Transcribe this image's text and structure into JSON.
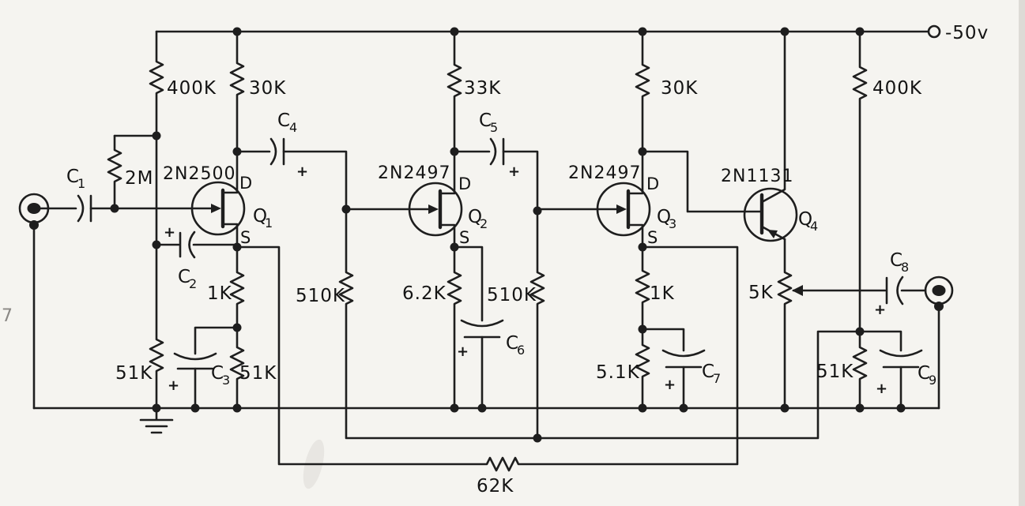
{
  "schematic": {
    "supply_label": "-50v",
    "page_artifact": "7"
  },
  "transistors": {
    "q1": {
      "part": "2N2500",
      "ref": "Q",
      "refsub": "1",
      "drain": "D",
      "source": "S"
    },
    "q2": {
      "part": "2N2497",
      "ref": "Q",
      "refsub": "2",
      "drain": "D",
      "source": "S"
    },
    "q3": {
      "part": "2N2497",
      "ref": "Q",
      "refsub": "3",
      "drain": "D",
      "source": "S"
    },
    "q4": {
      "part": "2N1131",
      "ref": "Q",
      "refsub": "4"
    }
  },
  "resistors": {
    "r400k_left": "400K",
    "r30k_1": "30K",
    "r2m": "2M",
    "r33k": "33K",
    "r30k_2": "30K",
    "r400k_right": "400K",
    "r51k_left": "51K",
    "r1k_1": "1K",
    "r51k_mid": "51K",
    "r510k_1": "510K",
    "r6_2k": "6.2K",
    "r510k_2": "510K",
    "r1k_2": "1K",
    "r5_1k": "5.1K",
    "r5k": "5K",
    "r51k_right": "51K",
    "r62k": "62K"
  },
  "capacitors": {
    "c1": {
      "ref": "C",
      "sub": "1"
    },
    "c2": {
      "ref": "C",
      "sub": "2",
      "polarity": "+"
    },
    "c3": {
      "ref": "C",
      "sub": "3",
      "polarity": "+"
    },
    "c4": {
      "ref": "C",
      "sub": "4",
      "polarity": "+"
    },
    "c5": {
      "ref": "C",
      "sub": "5",
      "polarity": "+"
    },
    "c6": {
      "ref": "C",
      "sub": "6",
      "polarity": "+"
    },
    "c7": {
      "ref": "C",
      "sub": "7",
      "polarity": "+"
    },
    "c8": {
      "ref": "C",
      "sub": "8",
      "polarity": "+"
    },
    "c9": {
      "ref": "C",
      "sub": "9",
      "polarity": "+"
    }
  }
}
